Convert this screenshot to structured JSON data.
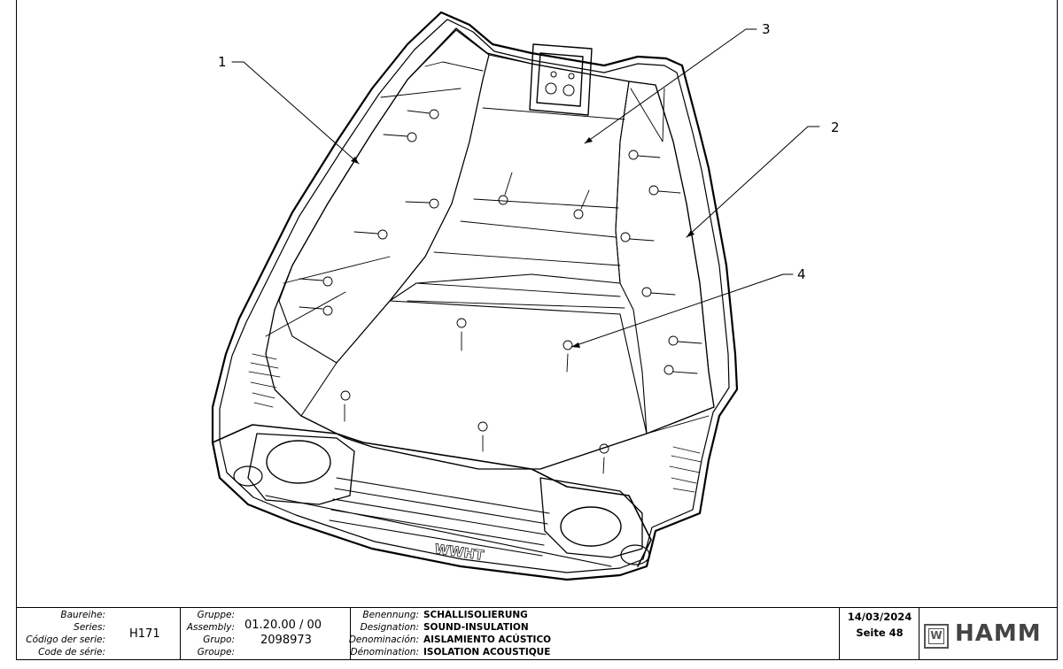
{
  "drawing": {
    "callouts": [
      "1",
      "2",
      "3",
      "4"
    ],
    "emboss_text": "WWHT"
  },
  "title_block": {
    "series": {
      "labels": [
        "Baureihe:",
        "Series:",
        "Código der serie:",
        "Code de série:"
      ],
      "value": "H171"
    },
    "group": {
      "labels": [
        "Gruppe:",
        "Assembly:",
        "Grupo:",
        "Groupe:"
      ],
      "assembly_value": "01.20.00 / 00",
      "grupo_value": "2098973"
    },
    "designation": {
      "labels": [
        "Benennung:",
        "Designation:",
        "Denominación:",
        "Dénomination:"
      ],
      "values": [
        "SCHALLISOLIERUNG",
        "SOUND-INSULATION",
        "AISLAMIENTO ACÚSTICO",
        "ISOLATION ACOUSTIQUE"
      ]
    },
    "date": "14/03/2024",
    "page": "Seite 48",
    "logo": {
      "mark": "W",
      "brand": "HAMM",
      "color": "#444444"
    }
  }
}
